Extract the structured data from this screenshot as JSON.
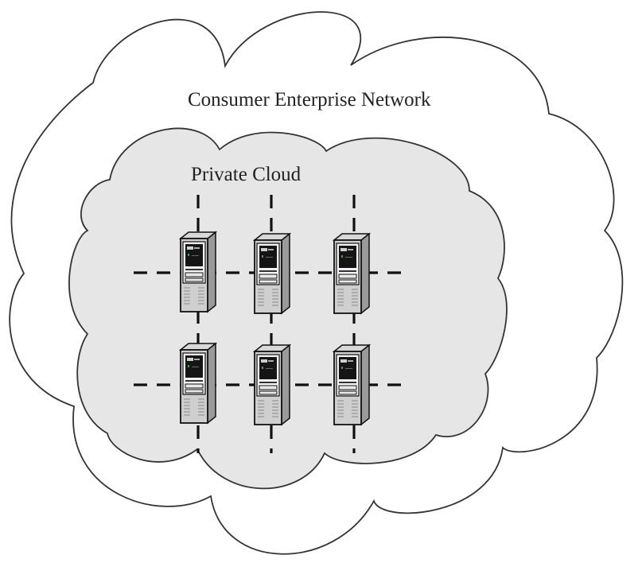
{
  "diagram": {
    "outer_cloud": {
      "label": "Consumer Enterprise Network",
      "fill": "#ffffff",
      "stroke": "#333333"
    },
    "inner_cloud": {
      "label": "Private Cloud",
      "fill": "#e6e6e6",
      "stroke": "#333333"
    },
    "servers": [
      {
        "id": "server-1",
        "row": 1,
        "col": 1
      },
      {
        "id": "server-2",
        "row": 1,
        "col": 2
      },
      {
        "id": "server-3",
        "row": 1,
        "col": 3
      },
      {
        "id": "server-4",
        "row": 2,
        "col": 1
      },
      {
        "id": "server-5",
        "row": 2,
        "col": 2
      },
      {
        "id": "server-6",
        "row": 2,
        "col": 3
      }
    ],
    "grid": {
      "rows": 2,
      "cols": 3,
      "connection_style": "dashed"
    }
  }
}
